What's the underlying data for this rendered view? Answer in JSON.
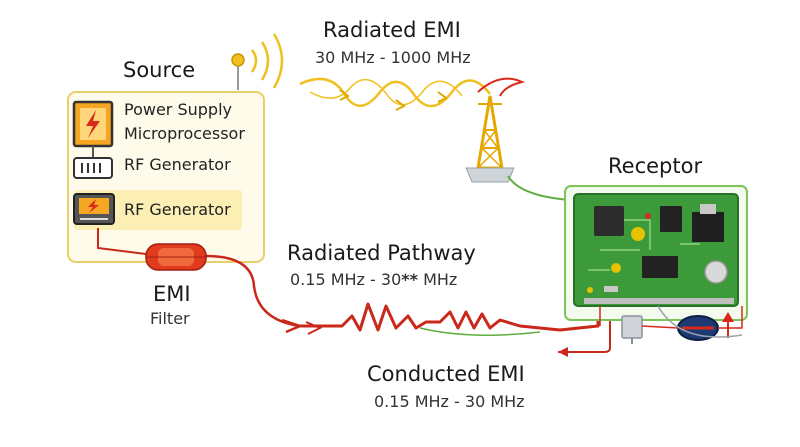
{
  "radiated_emi": {
    "title": "Radiated EMI",
    "range": "30 MHz - 1000 MHz"
  },
  "source": {
    "title": "Source",
    "items": [
      "Power Supply",
      "Microprocessor",
      "RF Generator",
      "RF Generator"
    ]
  },
  "receptor": {
    "title": "Receptor"
  },
  "emi_filter": {
    "line1": "EMI",
    "line2": "Filter"
  },
  "radiated_pathway": {
    "title": "Radiated Pathway",
    "range_prefix": "0.15 MHz - 30",
    "range_mark": "**",
    "range_unit": " MHz"
  },
  "conducted_emi": {
    "title": "Conducted EMI",
    "range": "0.15 MHz - 30 MHz"
  },
  "colors": {
    "source_fill": "#fffbea",
    "source_border": "#e9cf6b",
    "receptor_fill": "#f3faee",
    "receptor_border": "#7dc35a",
    "pcb": "#3d9a3a",
    "wire_red": "#c9281a",
    "wave_yellow": "#f0c020",
    "green_wire": "#5fae3d",
    "icon_orange": "#f5a623",
    "bolt_red": "#d8291b"
  }
}
